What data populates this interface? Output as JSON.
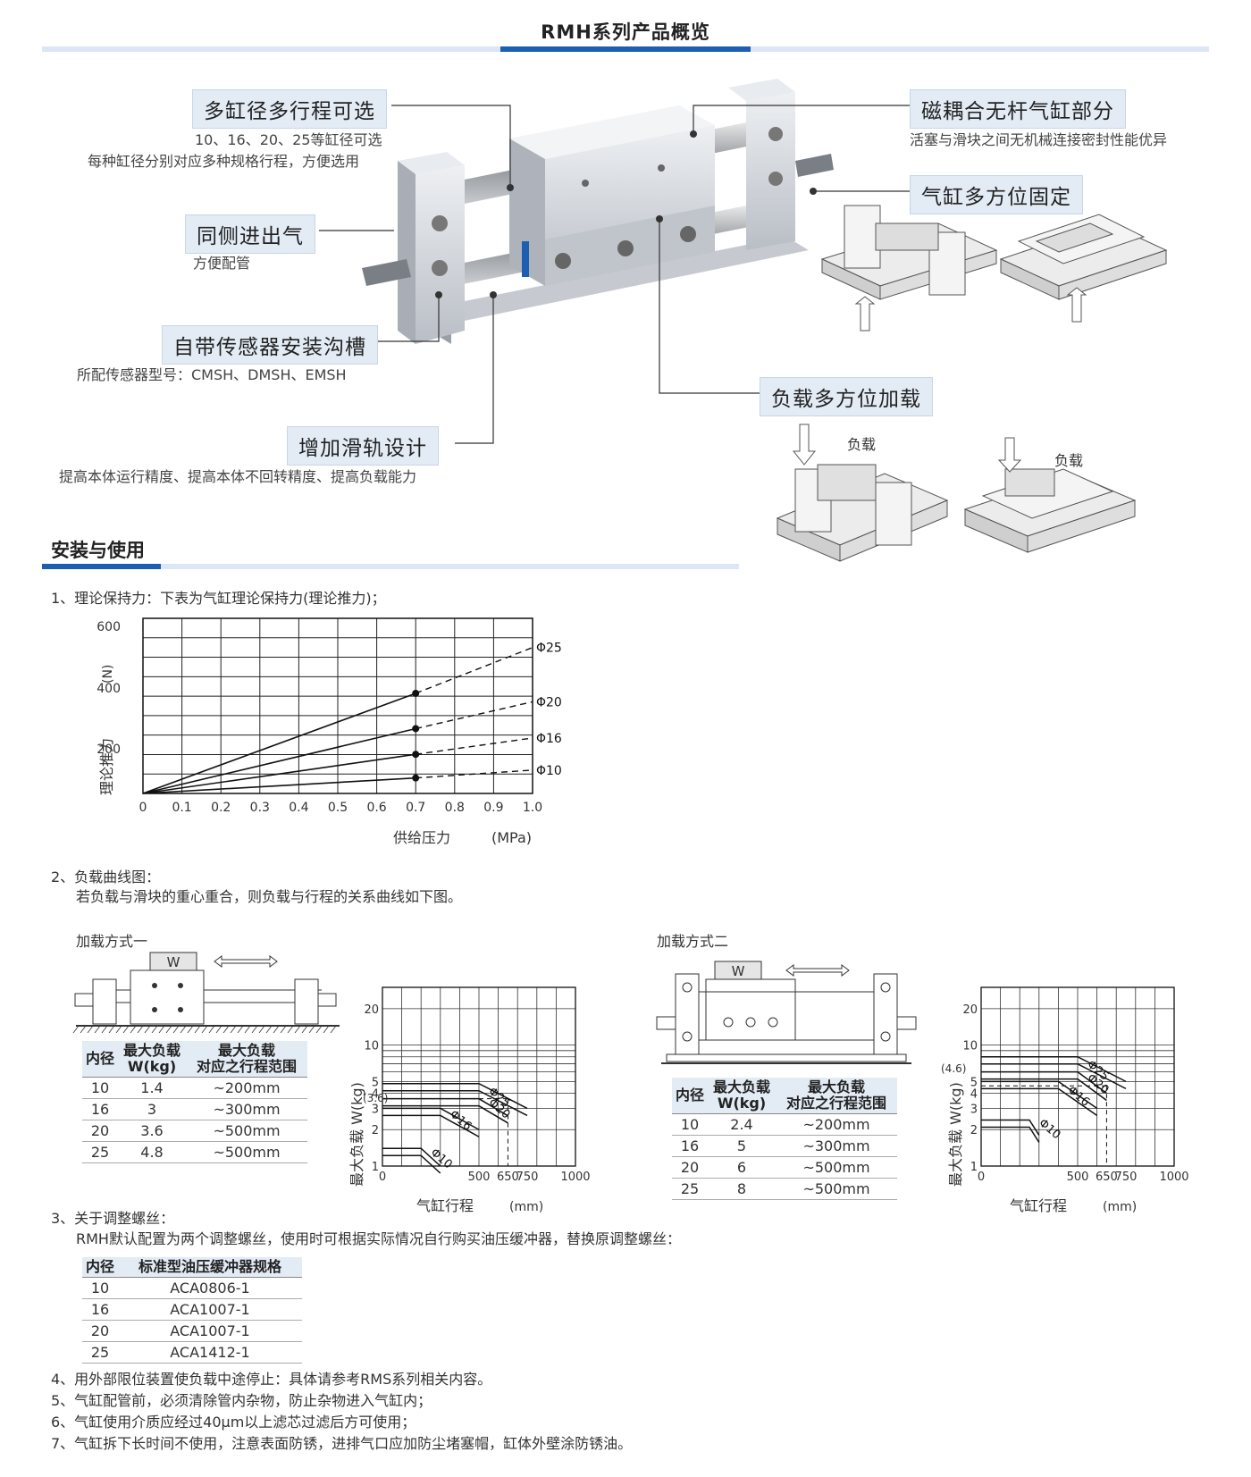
{
  "header": {
    "title": "RMH系列产品概览"
  },
  "features": [
    {
      "label": "多缸径多行程可选",
      "sub": [
        "10、16、20、25等缸径可选",
        "每种缸径分别对应多种规格行程，方便选用"
      ]
    },
    {
      "label": "同侧进出气",
      "sub": [
        "方便配管"
      ]
    },
    {
      "label": "自带传感器安装沟槽",
      "sub": [
        "所配传感器型号：CMSH、DMSH、EMSH"
      ]
    },
    {
      "label": "增加滑轨设计",
      "sub": [
        "提高本体运行精度、提高本体不回转精度、提高负载能力"
      ]
    },
    {
      "label": "磁耦合无杆气缸部分",
      "sub": [
        "活塞与滑块之间无机械连接密封性能优异"
      ]
    },
    {
      "label": "气缸多方位固定",
      "sub": []
    },
    {
      "label": "负载多方位加载",
      "sub": []
    }
  ],
  "load_label": "负载",
  "section": {
    "title": "安装与使用",
    "item1": "1、理论保持力：下表为气缸理论保持力(理论推力)；",
    "item2": "2、负载曲线图：",
    "item2_sub": "若负载与滑块的重心重合，则负载与行程的关系曲线如下图。",
    "method1": "加载方式一",
    "method2": "加载方式二",
    "w_label": "W",
    "item3": "3、关于调整螺丝：",
    "item3_sub": "RMH默认配置为两个调整螺丝，使用时可根据实际情况自行购买油压缓冲器，替换原调整螺丝：",
    "item4": "4、用外部限位装置使负载中途停止：具体请参考RMS系列相关内容。",
    "item5": "5、气缸配管前，必须清除管内杂物，防止杂物进入气缸内；",
    "item6": "6、气缸使用介质应经过40μm以上滤芯过滤后方可使用；",
    "item7": "7、气缸拆下长时间不使用，注意表面防锈，进排气口应加防尘堵塞帽，缸体外壁涂防锈油。"
  },
  "table1": {
    "headers": [
      "内径",
      "最大负载\nW(kg)",
      "最大负载\n对应之行程范围"
    ],
    "rows": [
      [
        "10",
        "1.4",
        "~200mm"
      ],
      [
        "16",
        "3",
        "~300mm"
      ],
      [
        "20",
        "3.6",
        "~500mm"
      ],
      [
        "25",
        "4.8",
        "~500mm"
      ]
    ]
  },
  "table2": {
    "headers": [
      "内径",
      "最大负载\nW(kg)",
      "最大负载\n对应之行程范围"
    ],
    "rows": [
      [
        "10",
        "2.4",
        "~200mm"
      ],
      [
        "16",
        "5",
        "~300mm"
      ],
      [
        "20",
        "6",
        "~500mm"
      ],
      [
        "25",
        "8",
        "~500mm"
      ]
    ]
  },
  "table3": {
    "headers": [
      "内径",
      "标准型油压缓冲器规格"
    ],
    "rows": [
      [
        "10",
        "ACA0806-1"
      ],
      [
        "16",
        "ACA1007-1"
      ],
      [
        "20",
        "ACA1007-1"
      ],
      [
        "25",
        "ACA1412-1"
      ]
    ]
  },
  "chart_data": [
    {
      "type": "line",
      "xlabel": "供给压力",
      "xunit": "(MPa)",
      "ylabel": "理论推力",
      "yunit": "(N)",
      "xlim": [
        0,
        1.0
      ],
      "ylim": [
        0,
        600
      ],
      "xticks": [
        "0",
        "0.1",
        "0.2",
        "0.3",
        "0.4",
        "0.5",
        "0.6",
        "0.7",
        "0.8",
        "0.9",
        "1.0"
      ],
      "yticks": [
        "200",
        "400",
        "600"
      ],
      "series": [
        {
          "name": "Φ25",
          "x": [
            0,
            0.7,
            1.0
          ],
          "y": [
            0,
            343,
            500
          ]
        },
        {
          "name": "Φ20",
          "x": [
            0,
            0.7,
            1.0
          ],
          "y": [
            0,
            222,
            314
          ]
        },
        {
          "name": "Φ16",
          "x": [
            0,
            0.7,
            1.0
          ],
          "y": [
            0,
            134,
            190
          ]
        },
        {
          "name": "Φ10",
          "x": [
            0,
            0.7,
            1.0
          ],
          "y": [
            0,
            53,
            80
          ]
        }
      ]
    },
    {
      "type": "line",
      "xlabel": "气缸行程",
      "xunit": "(mm)",
      "ylabel": "最大负载 W(kg)",
      "xticks": [
        "0",
        "500",
        "650",
        "750",
        "1000"
      ],
      "yticks": [
        "1",
        "2",
        "3",
        "4",
        "5",
        "10",
        "20"
      ],
      "ann": "(3.6)",
      "series": [
        {
          "name": "Φ10",
          "x": [
            0,
            200,
            300
          ],
          "y": [
            1.4,
            1.4,
            1.0
          ]
        },
        {
          "name": "Φ16",
          "x": [
            0,
            300,
            500
          ],
          "y": [
            3,
            3,
            2
          ]
        },
        {
          "name": "Φ20",
          "x": [
            0,
            500,
            650
          ],
          "y": [
            3.6,
            3.6,
            2.6
          ]
        },
        {
          "name": "Φ25",
          "x": [
            0,
            500,
            750
          ],
          "y": [
            4.8,
            4.8,
            3.0
          ]
        }
      ]
    },
    {
      "type": "line",
      "xlabel": "气缸行程",
      "xunit": "(mm)",
      "ylabel": "最大负载 W(kg)",
      "xticks": [
        "0",
        "500",
        "650",
        "750",
        "1000"
      ],
      "yticks": [
        "1",
        "2",
        "3",
        "4",
        "5",
        "10",
        "20"
      ],
      "ann": "(4.6)",
      "series": [
        {
          "name": "Φ10",
          "x": [
            0,
            250,
            300
          ],
          "y": [
            2.4,
            2.4,
            1.8
          ]
        },
        {
          "name": "Φ16",
          "x": [
            0,
            400,
            600
          ],
          "y": [
            5,
            5,
            3
          ]
        },
        {
          "name": "Φ20",
          "x": [
            0,
            500,
            650
          ],
          "y": [
            6,
            6,
            4
          ]
        },
        {
          "name": "Φ25",
          "x": [
            0,
            500,
            750
          ],
          "y": [
            8,
            8,
            5
          ]
        }
      ]
    }
  ]
}
